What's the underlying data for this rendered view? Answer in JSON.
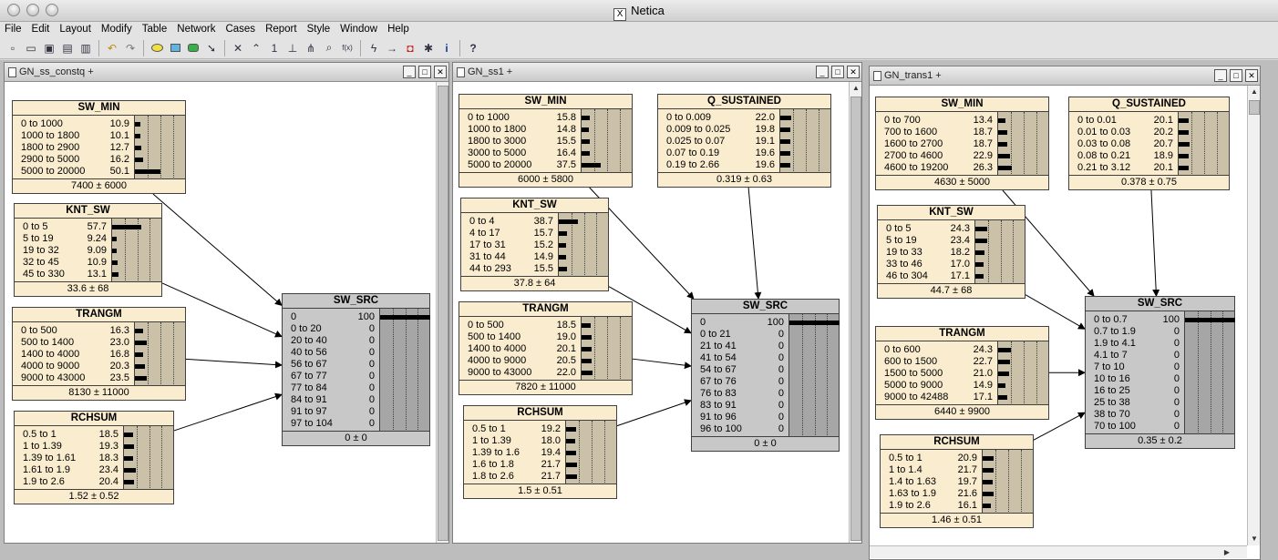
{
  "app_title": "Netica",
  "menu": [
    "File",
    "Edit",
    "Layout",
    "Modify",
    "Table",
    "Network",
    "Cases",
    "Report",
    "Style",
    "Window",
    "Help"
  ],
  "toolbar": {
    "icons": [
      "new-icon",
      "open-icon",
      "save-icon",
      "print-icon",
      "camera-icon",
      "undo-icon",
      "redo-icon",
      "oval-icon",
      "rect-icon",
      "hexagon-icon",
      "pointer-icon",
      "x-link-icon",
      "arrow-up-icon",
      "one-icon",
      "absorb-icon",
      "tree-icon",
      "find-icon",
      "fx-icon",
      "compile-icon",
      "arrow-right-icon",
      "stop-icon",
      "star-icon",
      "info-icon",
      "help-icon"
    ],
    "one_label": "1",
    "fx_label": "f(x)"
  },
  "windows": [
    {
      "title": "GN_ss_constq +",
      "nodes": [
        {
          "name": "SW_MIN",
          "foot": "7400 ± 6000",
          "states": [
            [
              "0 to 1000",
              "10.9"
            ],
            [
              "1000 to 1800",
              "10.1"
            ],
            [
              "1800 to 2900",
              "12.7"
            ],
            [
              "2900 to 5000",
              "16.2"
            ],
            [
              "5000 to 20000",
              "50.1"
            ]
          ]
        },
        {
          "name": "KNT_SW",
          "foot": "33.6 ± 68",
          "states": [
            [
              "0 to 5",
              "57.7"
            ],
            [
              "5 to 19",
              "9.24"
            ],
            [
              "19 to 32",
              "9.09"
            ],
            [
              "32 to 45",
              "10.9"
            ],
            [
              "45 to 330",
              "13.1"
            ]
          ]
        },
        {
          "name": "TRANGM",
          "foot": "8130 ± 11000",
          "states": [
            [
              "0 to 500",
              "16.3"
            ],
            [
              "500 to 1400",
              "23.0"
            ],
            [
              "1400 to 4000",
              "16.8"
            ],
            [
              "4000 to 9000",
              "20.3"
            ],
            [
              "9000 to 43000",
              "23.5"
            ]
          ]
        },
        {
          "name": "RCHSUM",
          "foot": "1.52 ± 0.52",
          "states": [
            [
              "0.5 to 1",
              "18.5"
            ],
            [
              "1 to 1.39",
              "19.3"
            ],
            [
              "1.39 to 1.61",
              "18.3"
            ],
            [
              "1.61 to 1.9",
              "23.4"
            ],
            [
              "1.9 to 2.6",
              "20.4"
            ]
          ]
        },
        {
          "name": "SW_SRC",
          "foot": "0 ± 0",
          "states": [
            [
              "0",
              "100"
            ],
            [
              "0 to 20",
              "0"
            ],
            [
              "20 to 40",
              "0"
            ],
            [
              "40 to 56",
              "0"
            ],
            [
              "56 to 67",
              "0"
            ],
            [
              "67 to 77",
              "0"
            ],
            [
              "77 to 84",
              "0"
            ],
            [
              "84 to 91",
              "0"
            ],
            [
              "91 to 97",
              "0"
            ],
            [
              "97 to 104",
              "0"
            ]
          ]
        }
      ]
    },
    {
      "title": "GN_ss1 +",
      "nodes": [
        {
          "name": "SW_MIN",
          "foot": "6000 ± 5800",
          "states": [
            [
              "0 to 1000",
              "15.8"
            ],
            [
              "1000 to 1800",
              "14.8"
            ],
            [
              "1800 to 3000",
              "15.5"
            ],
            [
              "3000 to 5000",
              "16.4"
            ],
            [
              "5000 to 20000",
              "37.5"
            ]
          ]
        },
        {
          "name": "Q_SUSTAINED",
          "foot": "0.319 ± 0.63",
          "states": [
            [
              "0 to 0.009",
              "22.0"
            ],
            [
              "0.009 to 0.025",
              "19.8"
            ],
            [
              "0.025 to 0.07",
              "19.1"
            ],
            [
              "0.07 to 0.19",
              "19.6"
            ],
            [
              "0.19 to 2.66",
              "19.6"
            ]
          ]
        },
        {
          "name": "KNT_SW",
          "foot": "37.8 ± 64",
          "states": [
            [
              "0 to 4",
              "38.7"
            ],
            [
              "4 to 17",
              "15.7"
            ],
            [
              "17 to 31",
              "15.2"
            ],
            [
              "31 to 44",
              "14.9"
            ],
            [
              "44 to 293",
              "15.5"
            ]
          ]
        },
        {
          "name": "TRANGM",
          "foot": "7820 ± 11000",
          "states": [
            [
              "0 to 500",
              "18.5"
            ],
            [
              "500 to 1400",
              "19.0"
            ],
            [
              "1400 to 4000",
              "20.1"
            ],
            [
              "4000 to 9000",
              "20.5"
            ],
            [
              "9000 to 43000",
              "22.0"
            ]
          ]
        },
        {
          "name": "RCHSUM",
          "foot": "1.5 ± 0.51",
          "states": [
            [
              "0.5 to 1",
              "19.2"
            ],
            [
              "1 to 1.39",
              "18.0"
            ],
            [
              "1.39 to 1.6",
              "19.4"
            ],
            [
              "1.6 to 1.8",
              "21.7"
            ],
            [
              "1.8 to 2.6",
              "21.7"
            ]
          ]
        },
        {
          "name": "SW_SRC",
          "foot": "0 ± 0",
          "states": [
            [
              "0",
              "100"
            ],
            [
              "0 to 21",
              "0"
            ],
            [
              "21 to 41",
              "0"
            ],
            [
              "41 to 54",
              "0"
            ],
            [
              "54 to 67",
              "0"
            ],
            [
              "67 to 76",
              "0"
            ],
            [
              "76 to 83",
              "0"
            ],
            [
              "83 to 91",
              "0"
            ],
            [
              "91 to 96",
              "0"
            ],
            [
              "96 to 100",
              "0"
            ]
          ]
        }
      ]
    },
    {
      "title": "GN_trans1 +",
      "nodes": [
        {
          "name": "SW_MIN",
          "foot": "4630 ± 5000",
          "states": [
            [
              "0 to 700",
              "13.4"
            ],
            [
              "700 to 1600",
              "18.7"
            ],
            [
              "1600 to 2700",
              "18.7"
            ],
            [
              "2700 to 4600",
              "22.9"
            ],
            [
              "4600 to 19200",
              "26.3"
            ]
          ]
        },
        {
          "name": "Q_SUSTAINED",
          "foot": "0.378 ± 0.75",
          "states": [
            [
              "0 to 0.01",
              "20.1"
            ],
            [
              "0.01 to 0.03",
              "20.2"
            ],
            [
              "0.03 to 0.08",
              "20.7"
            ],
            [
              "0.08 to 0.21",
              "18.9"
            ],
            [
              "0.21 to 3.12",
              "20.1"
            ]
          ]
        },
        {
          "name": "KNT_SW",
          "foot": "44.7 ± 68",
          "states": [
            [
              "0 to 5",
              "24.3"
            ],
            [
              "5 to 19",
              "23.4"
            ],
            [
              "19 to 33",
              "18.2"
            ],
            [
              "33 to 46",
              "17.0"
            ],
            [
              "46 to 304",
              "17.1"
            ]
          ]
        },
        {
          "name": "TRANGM",
          "foot": "6440 ± 9900",
          "states": [
            [
              "0 to 600",
              "24.3"
            ],
            [
              "600 to 1500",
              "22.7"
            ],
            [
              "1500 to 5000",
              "21.0"
            ],
            [
              "5000 to 9000",
              "14.9"
            ],
            [
              "9000 to 42488",
              "17.1"
            ]
          ]
        },
        {
          "name": "RCHSUM",
          "foot": "1.46 ± 0.51",
          "states": [
            [
              "0.5 to 1",
              "20.9"
            ],
            [
              "1 to 1.4",
              "21.7"
            ],
            [
              "1.4 to 1.63",
              "19.7"
            ],
            [
              "1.63 to 1.9",
              "21.6"
            ],
            [
              "1.9 to 2.6",
              "16.1"
            ]
          ]
        },
        {
          "name": "SW_SRC",
          "foot": "0.35 ± 0.2",
          "states": [
            [
              "0 to 0.7",
              "100"
            ],
            [
              "0.7 to 1.9",
              "0"
            ],
            [
              "1.9 to 4.1",
              "0"
            ],
            [
              "4.1 to 7",
              "0"
            ],
            [
              "7 to 10",
              "0"
            ],
            [
              "10 to 16",
              "0"
            ],
            [
              "16 to 25",
              "0"
            ],
            [
              "25 to 38",
              "0"
            ],
            [
              "38 to 70",
              "0"
            ],
            [
              "70 to 100",
              "0"
            ]
          ]
        }
      ]
    }
  ]
}
